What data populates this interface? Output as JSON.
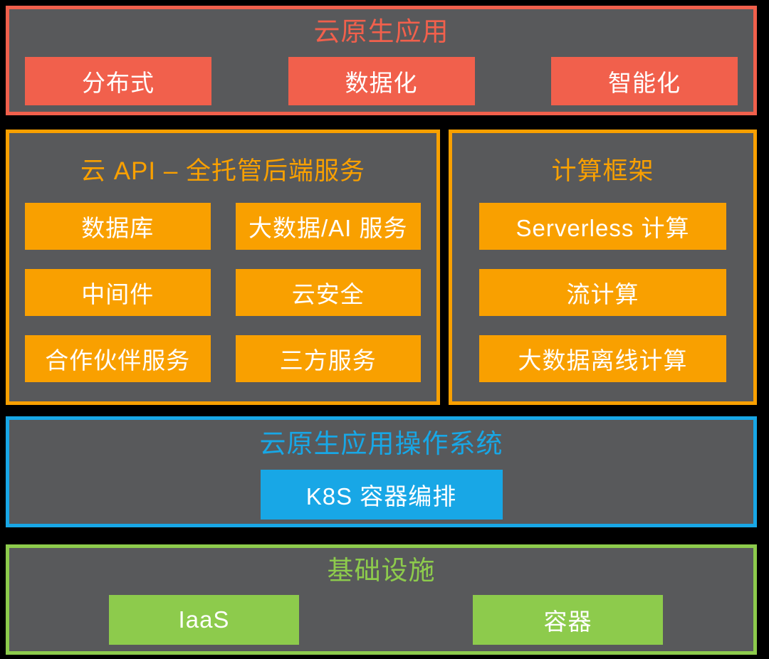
{
  "colors": {
    "background": "#000000",
    "panel": "#58595B",
    "salmon": "#F1604C",
    "orange": "#F9A000",
    "blue": "#18A7E6",
    "green": "#8DCB4C",
    "box_text": "#FFFFFF"
  },
  "layers": {
    "apps": {
      "title": "云原生应用",
      "items": [
        "分布式",
        "数据化",
        "智能化"
      ]
    },
    "cloud_api": {
      "title": "云 API – 全托管后端服务",
      "items": [
        "数据库",
        "大数据/AI 服务",
        "中间件",
        "云安全",
        "合作伙伴服务",
        "三方服务"
      ]
    },
    "compute": {
      "title": "计算框架",
      "items": [
        "Serverless 计算",
        "流计算",
        "大数据离线计算"
      ]
    },
    "os": {
      "title": "云原生应用操作系统",
      "items": [
        "K8S 容器编排"
      ]
    },
    "infra": {
      "title": "基础设施",
      "items": [
        "IaaS",
        "容器"
      ]
    }
  }
}
